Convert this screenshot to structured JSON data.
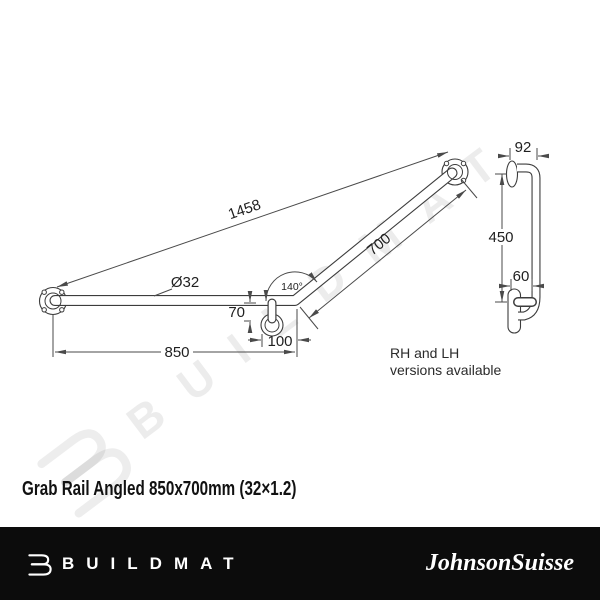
{
  "title": "Grab Rail Angled 850x700mm (32×1.2)",
  "watermark": {
    "text": "BUILDMAT"
  },
  "diagram": {
    "plan": {
      "dim_total_length": "1458",
      "dim_upper_arm": "700",
      "dim_lower_arm": "850",
      "dim_tube_diameter": "Ø32",
      "dim_bend_angle": "140°",
      "dim_flange_drop": "70",
      "dim_flange_offset": "100"
    },
    "side": {
      "dim_top_projection": "92",
      "dim_vertical_height": "450",
      "dim_bottom_projection": "60"
    },
    "note": {
      "line1": "RH and LH",
      "line2": "versions available"
    }
  },
  "footer": {
    "brand": "BUILDMAT",
    "partner_brand": "JohnsonSuisse"
  },
  "colors": {
    "line": "#3c3c3c",
    "dimension_line": "#4a4a4a",
    "text": "#1f1f1f",
    "footer_bg": "#0c0c0c",
    "footer_text": "#ffffff"
  }
}
